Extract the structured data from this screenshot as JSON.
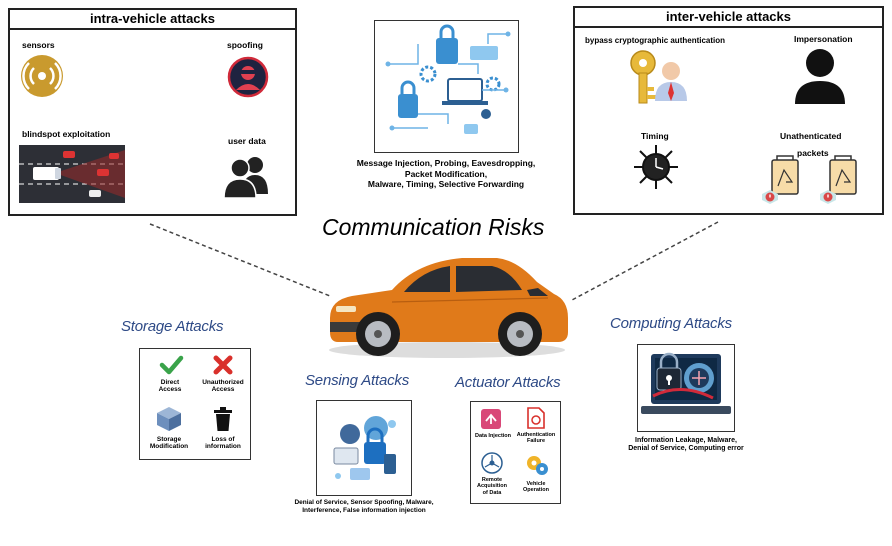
{
  "intra": {
    "title": "intra-vehicle attacks",
    "sensors": "sensors",
    "spoofing": "spoofing",
    "blindspot": "blindspot exploitation",
    "user_data": "user data"
  },
  "inter": {
    "title": "inter-vehicle attacks",
    "bypass": "bypass cryptographic authentication",
    "impersonation": "Impersonation",
    "timing": "Timing",
    "unauth_line1": "Unathenticated",
    "unauth_line2": "packets"
  },
  "center": {
    "caption_line1": "Message Injection, Probing, Eavesdropping,",
    "caption_line2": "Packet Modification,",
    "caption_line3": "Malware, Timing, Selective Forwarding"
  },
  "communication_title": "Communication Risks",
  "storage": {
    "title": "Storage Attacks",
    "direct_line1": "Direct",
    "direct_line2": "Access",
    "unauth_line1": "Unauthorized",
    "unauth_line2": "Access",
    "mod_line1": "Storage",
    "mod_line2": "Modification",
    "loss_line1": "Loss of",
    "loss_line2": "information"
  },
  "sensing": {
    "title": "Sensing Attacks",
    "caption_line1": "Denial of Service, Sensor Spoofing, Malware,",
    "caption_line2": "Interference, False information injection"
  },
  "actuator": {
    "title": "Actuator Attacks",
    "data_injection": "Data Injection",
    "auth_line1": "Authentication",
    "auth_line2": "Failure",
    "remote_line1": "Remote",
    "remote_line2": "Acquisition",
    "remote_line3": "of Data",
    "vehicle_line1": "Vehicle",
    "vehicle_line2": "Operation"
  },
  "computing": {
    "title": "Computing Attacks",
    "caption_line1": "Information Leakage, Malware,",
    "caption_line2": "Denial of Service, Computing error"
  },
  "colors": {
    "section_title": "#2e4a86",
    "car_orange": "#e07a1a",
    "sensor_gold": "#c99a2e",
    "check_green": "#3aa34a",
    "cross_red": "#d9302b",
    "accent_blue": "#3a8fd0"
  }
}
